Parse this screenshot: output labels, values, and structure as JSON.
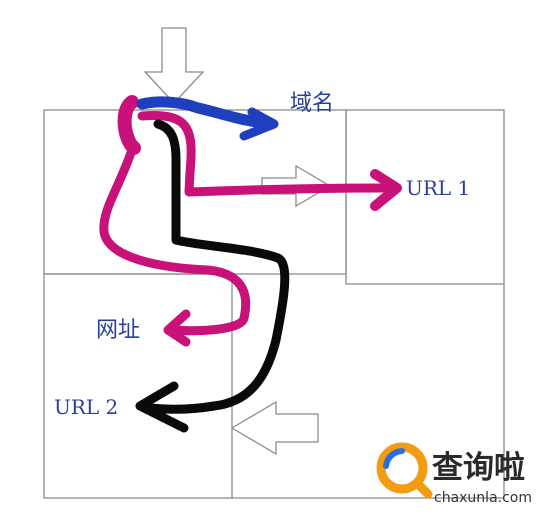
{
  "labels": {
    "domain": "域名",
    "url1": "URL 1",
    "website": "网址",
    "url2": "URL 2"
  },
  "watermark": {
    "title": "查询啦",
    "site": "chaxunla.com"
  },
  "colors": {
    "box_stroke": "#8c8c8c",
    "label": "#2a3f9a",
    "path_blue": "#1f3fbf",
    "path_magenta": "#c8127a",
    "path_black": "#0a0a0a",
    "watermark_orange": "#f39c12",
    "watermark_blue": "#2d6cdf"
  },
  "icons": [
    "hollow-arrow-down-icon",
    "hollow-arrow-right-icon",
    "hollow-arrow-left-icon",
    "magnifier-logo-icon"
  ]
}
